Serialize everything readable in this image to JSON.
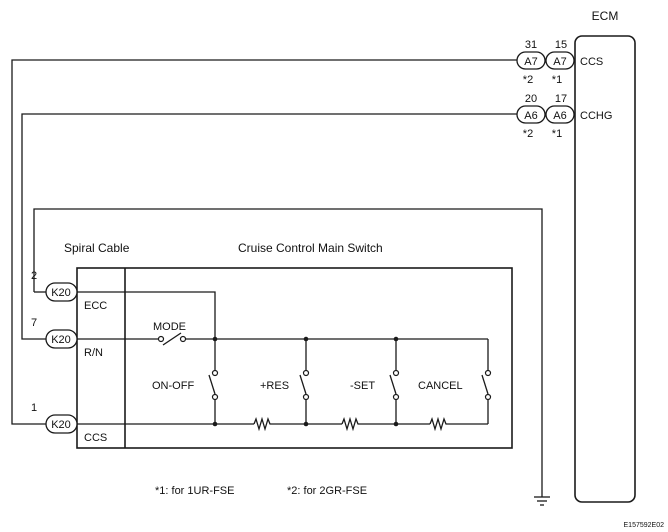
{
  "ecm": {
    "label": "ECM"
  },
  "ecm_connectors": [
    {
      "id": "A7",
      "num_left": "31",
      "num_right": "15",
      "note_left": "*2",
      "note_right": "*1",
      "terminal": "CCS"
    },
    {
      "id": "A6",
      "num_left": "20",
      "num_right": "17",
      "note_left": "*2",
      "note_right": "*1",
      "terminal": "CCHG"
    }
  ],
  "spiral_cable": {
    "label": "Spiral Cable",
    "pins": [
      {
        "connector": "K20",
        "num": "2",
        "terminal": "ECC"
      },
      {
        "connector": "K20",
        "num": "7",
        "terminal": "R/N"
      },
      {
        "connector": "K20",
        "num": "1",
        "terminal": "CCS"
      }
    ]
  },
  "main_switch": {
    "label": "Cruise Control Main Switch",
    "switches": [
      "MODE",
      "ON-OFF",
      "+RES",
      "-SET",
      "CANCEL"
    ]
  },
  "notes": [
    "*1: for 1UR-FSE",
    "*2: for 2GR-FSE"
  ],
  "figure_code": "E157592E02"
}
